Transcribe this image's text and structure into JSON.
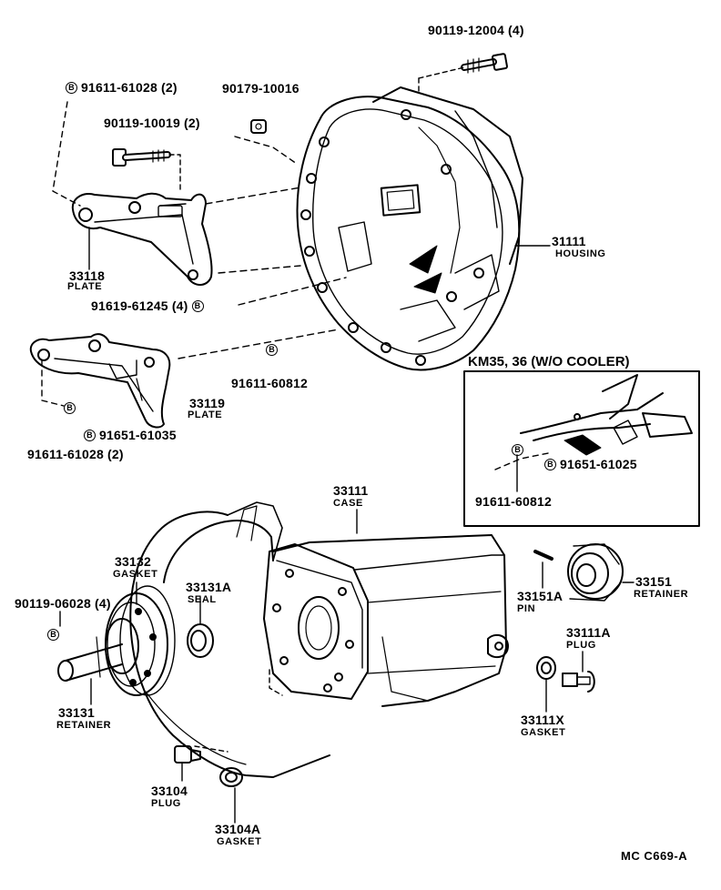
{
  "callouts": {
    "p90119_12004": "90119-12004 (4)",
    "p91611_61028_top": "91611-61028 (2)",
    "p90179_10016": "90179-10016",
    "p90119_10019": "90119-10019 (2)",
    "p31111": "31111",
    "p31111_name": "HOUSING",
    "p33118": "33118",
    "p33118_name": "PLATE",
    "p91619_61245": "91619-61245 (4)",
    "p91611_60812": "91611-60812",
    "p33119": "33119",
    "p33119_name": "PLATE",
    "p91651_61035": "91651-61035",
    "p91611_61028_bot": "91611-61028 (2)",
    "p33111": "33111",
    "p33111_name": "CASE",
    "p33132": "33132",
    "p33132_name": "GASKET",
    "p33131A": "33131A",
    "p33131A_name": "SEAL",
    "p90119_06028": "90119-06028 (4)",
    "p33131": "33131",
    "p33131_name": "RETAINER",
    "p33104": "33104",
    "p33104_name": "PLUG",
    "p33104A": "33104A",
    "p33104A_name": "GASKET",
    "p33151A": "33151A",
    "p33151A_name": "PIN",
    "p33151": "33151",
    "p33151_name": "RETAINER",
    "p33111A": "33111A",
    "p33111A_name": "PLUG",
    "p33111X": "33111X",
    "p33111X_name": "GASKET"
  },
  "bolt_marker": "B",
  "inset": {
    "title": "KM35, 36 (W/O COOLER)",
    "p91611_60812": "91611-60812",
    "p91651_61025": "91651-61025"
  },
  "footer_code": "MC  C669-A"
}
